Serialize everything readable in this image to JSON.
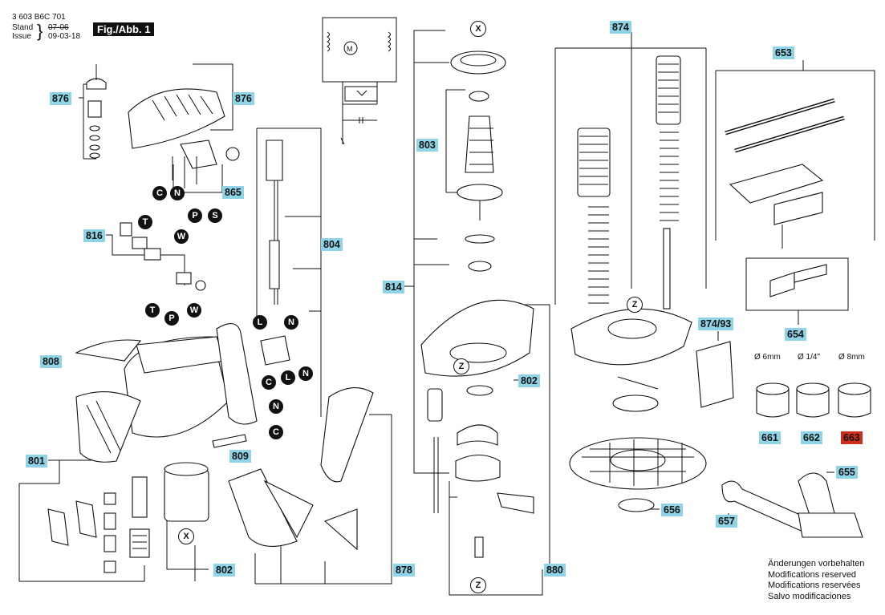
{
  "header": {
    "doc_number": "3 603 B6C 701",
    "stand_label": "Stand",
    "stand_old": "07-06",
    "issue_label": "Issue",
    "issue_date": "09-03-18",
    "figure_label": "Fig./Abb. 1"
  },
  "part_labels": {
    "p876a": "876",
    "p876b": "876",
    "p865": "865",
    "p816": "816",
    "p808": "808",
    "p801": "801",
    "p809": "809",
    "p802a": "802",
    "p804": "804",
    "p878": "878",
    "p803": "803",
    "p814": "814",
    "p802b": "802",
    "p880": "880",
    "p874": "874",
    "p874_93": "874/93",
    "p653": "653",
    "p654": "654",
    "p661": "661",
    "p662": "662",
    "p663": "663",
    "p655": "655",
    "p656": "656",
    "p657": "657"
  },
  "wire_markers": {
    "c1": "C",
    "n1": "N",
    "p1": "P",
    "s1": "S",
    "t1": "T",
    "w1": "W",
    "t2": "T",
    "p2": "P",
    "w2": "W",
    "l1": "L",
    "n2": "N",
    "c2": "C",
    "l2": "L",
    "n3": "N",
    "n4": "N",
    "c3": "C"
  },
  "ref_markers": {
    "x1": "X",
    "x2": "X",
    "z1": "Z",
    "z2": "Z",
    "z3": "Z"
  },
  "collet_sizes": {
    "d1": "Ø 6mm",
    "d2": "Ø 1/4\"",
    "d3": "Ø 8mm"
  },
  "notes": [
    "Änderungen vorbehalten",
    "Modifications reserved",
    "Modifications reservées",
    "Salvo modificaciones"
  ],
  "colors": {
    "label_bg": "#8fd3e6",
    "highlight_label_bg": "#cf2e1f",
    "marker_bg": "#111111"
  }
}
